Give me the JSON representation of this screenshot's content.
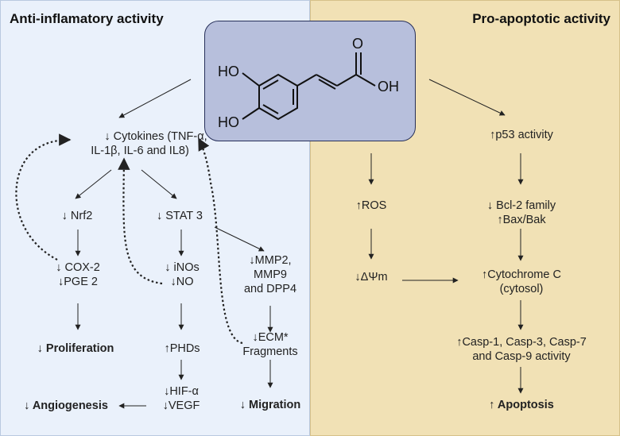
{
  "panels": {
    "left_title": "Anti-inflamatory activity",
    "right_title": "Pro-apoptotic activity"
  },
  "molecule": {
    "ho_top": "HO",
    "ho_bottom": "HO",
    "carbonyl_o": "O",
    "acid_oh": "OH"
  },
  "nodes": {
    "cytokines_l1": "↓ Cytokines (TNF-α,",
    "cytokines_l2": "IL-1β, IL-6 and IL8)",
    "nrf2": "↓ Nrf2",
    "stat3": "↓ STAT 3",
    "cox2": "↓ COX-2",
    "pge2": "↓PGE 2",
    "inos": "↓ iNOs",
    "no": "↓NO",
    "mmp_l1": "↓MMP2,",
    "mmp_l2": "MMP9",
    "mmp_l3": "and DPP4",
    "proliferation": "↓ Proliferation",
    "phds": "↑PHDs",
    "ecm_l1": "↓ECM*",
    "ecm_l2": "Fragments",
    "hif": "↓HIF-α",
    "vegf": "↓VEGF",
    "angiogenesis": "↓ Angiogenesis",
    "migration": "↓ Migration",
    "p53": "↑p53 activity",
    "ros": "↑ROS",
    "bcl2": "↓ Bcl-2 family",
    "baxbak": "↑Bax/Bak",
    "dpsi": "↓ΔΨm",
    "cytc_l1": "↑Cytochrome C",
    "cytc_l2": "(cytosol)",
    "casp_l1": "↑Casp-1, Casp-3, Casp-7",
    "casp_l2": "and Casp-9 activity",
    "apoptosis": "↑ Apoptosis"
  }
}
